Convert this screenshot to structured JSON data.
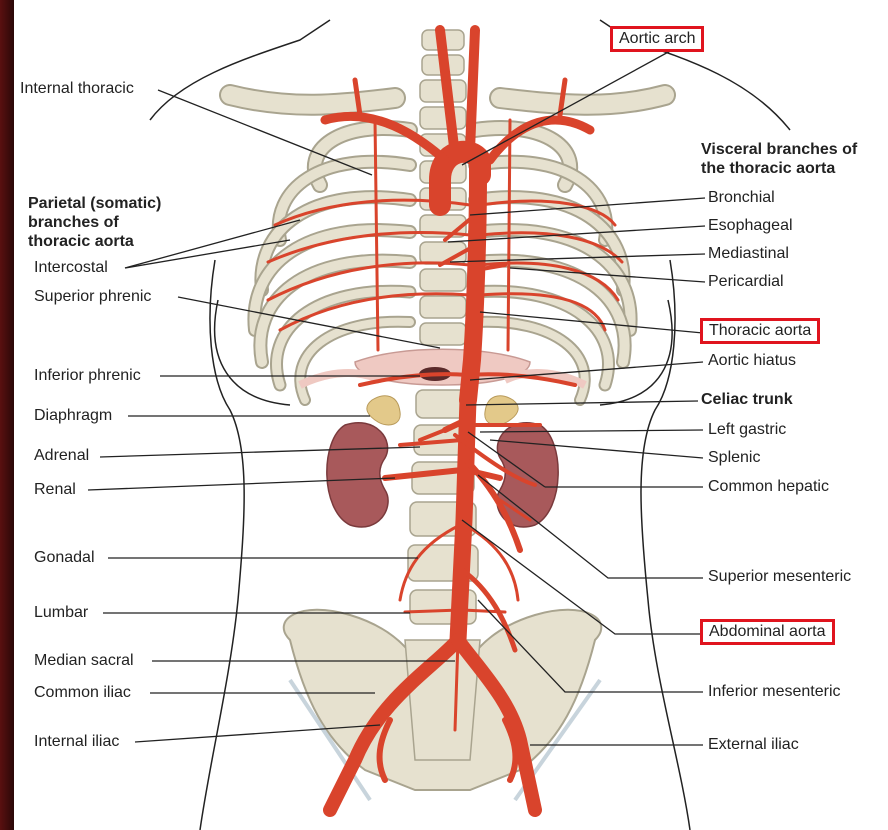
{
  "labels": {
    "aortic_arch": "Aortic arch",
    "internal_thoracic": "Internal thoracic",
    "visceral_l1": "Visceral branches of",
    "visceral_l2": "the thoracic aorta",
    "parietal_l1": "Parietal (somatic)",
    "parietal_l2": "branches of",
    "parietal_l3": "thoracic aorta",
    "bronchial": "Bronchial",
    "esophageal": "Esophageal",
    "mediastinal": "Mediastinal",
    "pericardial": "Pericardial",
    "intercostal": "Intercostal",
    "superior_phrenic": "Superior phrenic",
    "thoracic_aorta": "Thoracic aorta",
    "aortic_hiatus": "Aortic hiatus",
    "inferior_phrenic": "Inferior phrenic",
    "celiac_trunk": "Celiac trunk",
    "diaphragm": "Diaphragm",
    "left_gastric": "Left gastric",
    "adrenal": "Adrenal",
    "splenic": "Splenic",
    "renal": "Renal",
    "common_hepatic": "Common hepatic",
    "gonadal": "Gonadal",
    "superior_mesenteric": "Superior mesenteric",
    "lumbar": "Lumbar",
    "abdominal_aorta": "Abdominal aorta",
    "median_sacral": "Median sacral",
    "common_iliac": "Common iliac",
    "inferior_mesenteric": "Inferior mesenteric",
    "internal_iliac": "Internal iliac",
    "external_iliac": "External iliac"
  },
  "colors": {
    "artery": "#d9442c",
    "bone": "#e6e1cf",
    "bone_edge": "#a9a48f",
    "kidney": "#a8595b",
    "adrenal": "#e3c98a",
    "diaphragm": "#efc9c2",
    "highlight_box": "#e0141e"
  }
}
